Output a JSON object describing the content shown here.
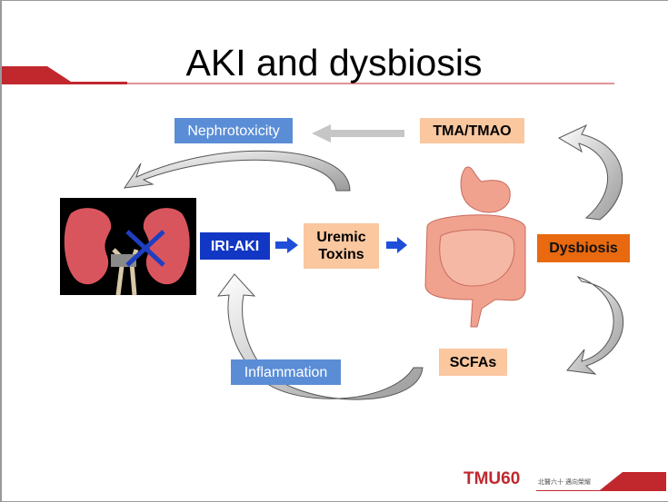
{
  "title": "AKI and dysbiosis",
  "nodes": {
    "nephrotoxicity": "Nephrotoxicity",
    "tma_tmao": "TMA/TMAO",
    "iri_aki": "IRI-AKI",
    "uremic_toxins": "Uremic Toxins",
    "dysbiosis": "Dysbiosis",
    "scfas": "SCFAs",
    "inflammation": "Inflammation"
  },
  "logo": {
    "mark": "TMU60",
    "tagline": "北醫六十 邁向榮耀"
  },
  "colors": {
    "accent_red": "#c0282e",
    "blue_box": "#5a8dd6",
    "dark_blue_box": "#1237c4",
    "peach_box": "#fac79f",
    "orange_box": "#e8690f"
  }
}
